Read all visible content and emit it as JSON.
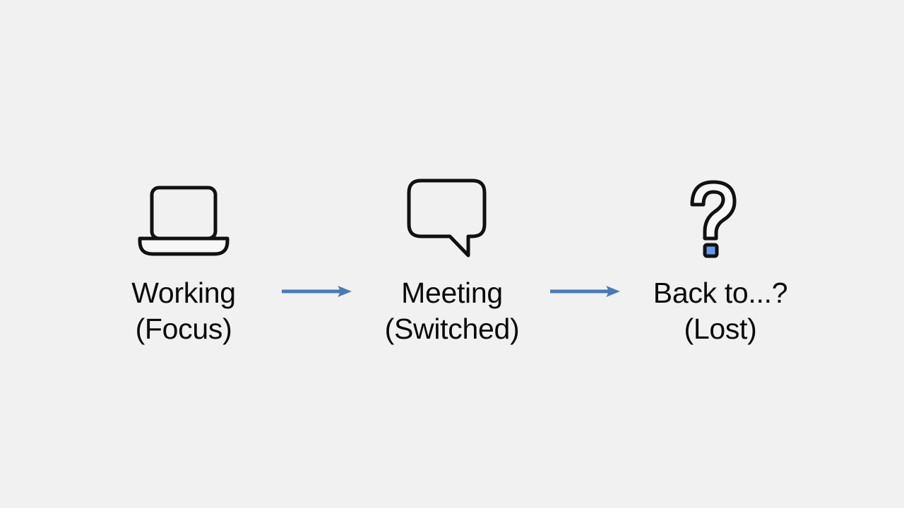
{
  "slide": {
    "background_color": "#f1f1f1",
    "text_color": "#0a0a0a",
    "accent_color": "#4a7ab5",
    "dot_color": "#6699ee"
  },
  "stages": [
    {
      "icon": "laptop-icon",
      "label_primary": "Working",
      "label_secondary": "(Focus)"
    },
    {
      "icon": "speech-bubble-icon",
      "label_primary": "Meeting",
      "label_secondary": "(Switched)"
    },
    {
      "icon": "question-mark-icon",
      "label_primary": "Back to...?",
      "label_secondary": "(Lost)"
    }
  ],
  "connectors": [
    {
      "name": "arrow-1",
      "direction": "right",
      "color": "#4a7ab5"
    },
    {
      "name": "arrow-2",
      "direction": "right",
      "color": "#4a7ab5"
    }
  ]
}
